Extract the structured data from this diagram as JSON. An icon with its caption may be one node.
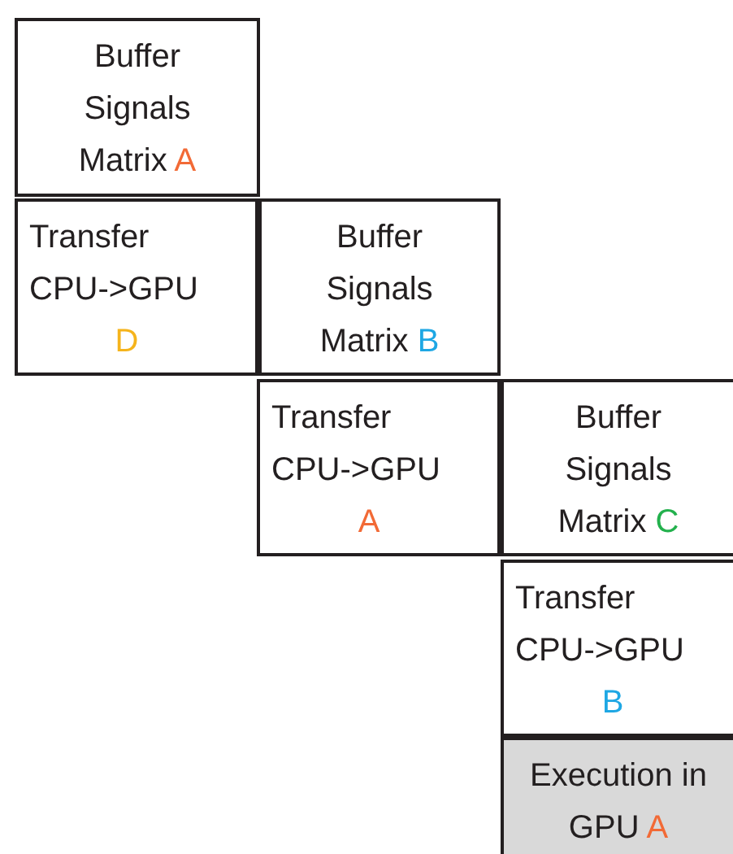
{
  "diagram": {
    "nodes": [
      {
        "text": [
          "Buffer Signals Matrix A"
        ]
      },
      {
        "text": [
          "Transfer CPU->GPU D"
        ]
      },
      {
        "text": [
          "Buffer Signals Matrix B"
        ]
      },
      {
        "text": [
          "Transfer CPU->GPU A"
        ]
      },
      {
        "text": [
          "Buffer Signals Matrix C"
        ]
      },
      {
        "text": [
          "Transfer CPU->GPU B"
        ]
      },
      {
        "text": [
          "Execution in GPU A"
        ]
      }
    ]
  }
}
